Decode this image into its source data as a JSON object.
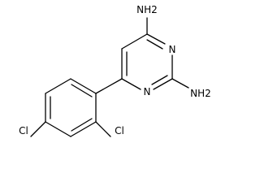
{
  "molecule": {
    "atoms": {
      "amine_top": "NH2",
      "ring_n_upper": "N",
      "ring_n_lower": "N",
      "amine_right": "NH2",
      "chloro_ortho": "Cl",
      "chloro_para": "Cl"
    }
  }
}
